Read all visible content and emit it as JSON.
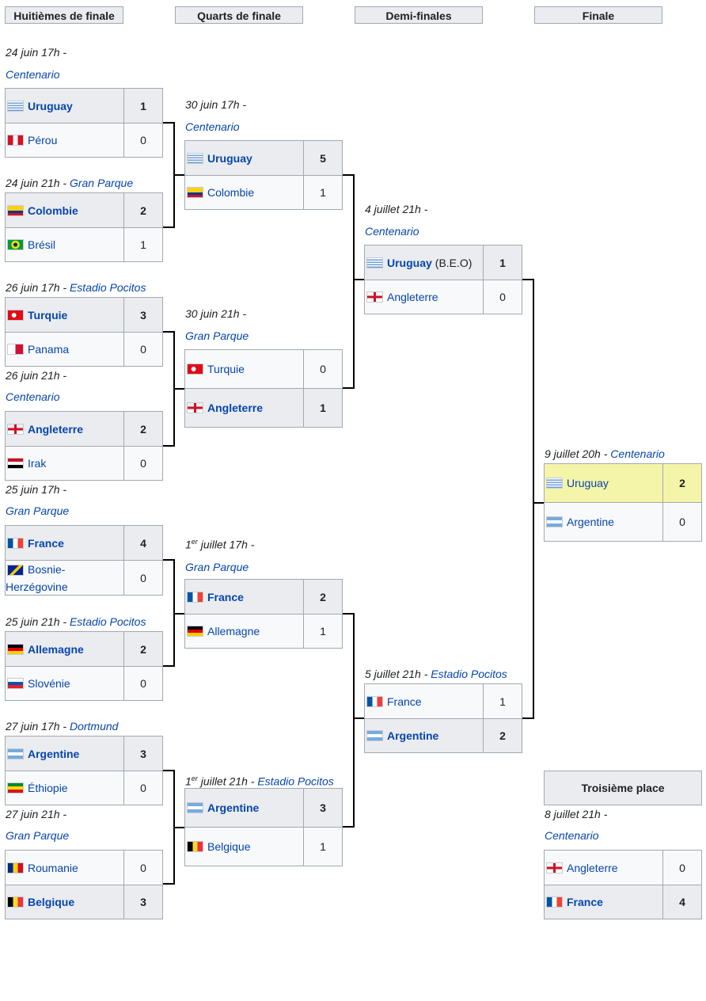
{
  "headers": {
    "r16": "Huitièmes de finale",
    "qf": "Quarts de finale",
    "sf": "Demi-finales",
    "final": "Finale",
    "third": "Troisième place"
  },
  "r16": [
    {
      "meta_date": "24 juin",
      "meta_time": "17h",
      "meta_sep": " - ",
      "meta_venue": "Centenario",
      "t1": "Uruguay",
      "s1": "1",
      "t2": "Pérou",
      "s2": "0"
    },
    {
      "meta_date": "24 juin",
      "meta_time": "21h",
      "meta_sep": " - ",
      "meta_venue": "Gran Parque",
      "t1": "Colombie",
      "s1": "2",
      "t2": "Brésil",
      "s2": "1"
    },
    {
      "meta_date": "26 juin",
      "meta_time": "17h",
      "meta_sep": " - ",
      "meta_venue": "Estadio Pocitos",
      "t1": "Turquie",
      "s1": "3",
      "t2": "Panama",
      "s2": "0"
    },
    {
      "meta_date": "26 juin",
      "meta_time": "21h",
      "meta_sep": " - ",
      "meta_venue": "Centenario",
      "t1": "Angleterre",
      "s1": "2",
      "t2": "Irak",
      "s2": "0"
    },
    {
      "meta_date": "25 juin",
      "meta_time": "17h",
      "meta_sep": " - ",
      "meta_venue": "Gran Parque",
      "t1": "France",
      "s1": "4",
      "t2a": "Bosnie-",
      "t2b": "Herzégovine",
      "s2": "0"
    },
    {
      "meta_date": "25 juin",
      "meta_time": "21h",
      "meta_sep": " - ",
      "meta_venue": "Estadio Pocitos",
      "t1": "Allemagne",
      "s1": "2",
      "t2": "Slovénie",
      "s2": "0"
    },
    {
      "meta_date": "27 juin",
      "meta_time": "17h",
      "meta_sep": " - ",
      "meta_venue": "Dortmund",
      "t1": "Argentine",
      "s1": "3",
      "t2": "Éthiopie",
      "s2": "0"
    },
    {
      "meta_date": "27 juin",
      "meta_time": "21h",
      "meta_sep": " - ",
      "meta_venue": "Gran Parque",
      "t1": "Roumanie",
      "s1": "0",
      "t2": "Belgique",
      "s2": "3"
    }
  ],
  "qf": [
    {
      "meta_date": "30 juin",
      "meta_time": "17h",
      "meta_sep": " - ",
      "meta_venue": "Centenario",
      "t1": "Uruguay",
      "s1": "5",
      "t2": "Colombie",
      "s2": "1"
    },
    {
      "meta_date": "30 juin",
      "meta_time": "21h",
      "meta_sep": " - ",
      "meta_venue": "Gran Parque",
      "t1": "Turquie",
      "s1": "0",
      "t2": "Angleterre",
      "s2": "1"
    },
    {
      "meta_date": "1",
      "meta_sup": "er",
      "meta_date2": " juillet",
      "meta_time": "17h",
      "meta_sep": " - ",
      "meta_venue": "Gran Parque",
      "t1": "France",
      "s1": "2",
      "t2": "Allemagne",
      "s2": "1"
    },
    {
      "meta_date": "1",
      "meta_sup": "er",
      "meta_date2": " juillet",
      "meta_time": "21h",
      "meta_sep": " - ",
      "meta_venue": "Estadio Pocitos",
      "t1": "Argentine",
      "s1": "3",
      "t2": "Belgique",
      "s2": "1"
    }
  ],
  "sf": [
    {
      "meta_date": "4 juillet",
      "meta_time": "21h",
      "meta_sep": " - ",
      "meta_venue": "Centenario",
      "t1": "Uruguay",
      "t1_extra": "(B.E.O)",
      "s1": "1",
      "t2": "Angleterre",
      "s2": "0"
    },
    {
      "meta_date": "5 juillet",
      "meta_time": "21h",
      "meta_sep": " - ",
      "meta_venue": "Estadio Pocitos",
      "t1": "France",
      "s1": "1",
      "t2": "Argentine",
      "s2": "2"
    }
  ],
  "final": {
    "meta_date": "9 juillet",
    "meta_time": "20h",
    "meta_sep": " - ",
    "meta_venue": "Centenario",
    "t1": "Uruguay",
    "s1": "2",
    "t2": "Argentine",
    "s2": "0"
  },
  "third": {
    "meta_date": "8 juillet",
    "meta_time": "21h",
    "meta_sep": " - ",
    "meta_venue": "Centenario",
    "t1": "Angleterre",
    "s1": "0",
    "t2": "France",
    "s2": "4"
  },
  "flag_icons": [
    "uruguay-flag-icon",
    "peru-flag-icon",
    "colombia-flag-icon",
    "brazil-flag-icon",
    "turkey-flag-icon",
    "panama-flag-icon",
    "england-flag-icon",
    "iraq-flag-icon",
    "france-flag-icon",
    "bosnia-flag-icon",
    "germany-flag-icon",
    "slovenia-flag-icon",
    "argentina-flag-icon",
    "ethiopia-flag-icon",
    "romania-flag-icon",
    "belgium-flag-icon"
  ]
}
